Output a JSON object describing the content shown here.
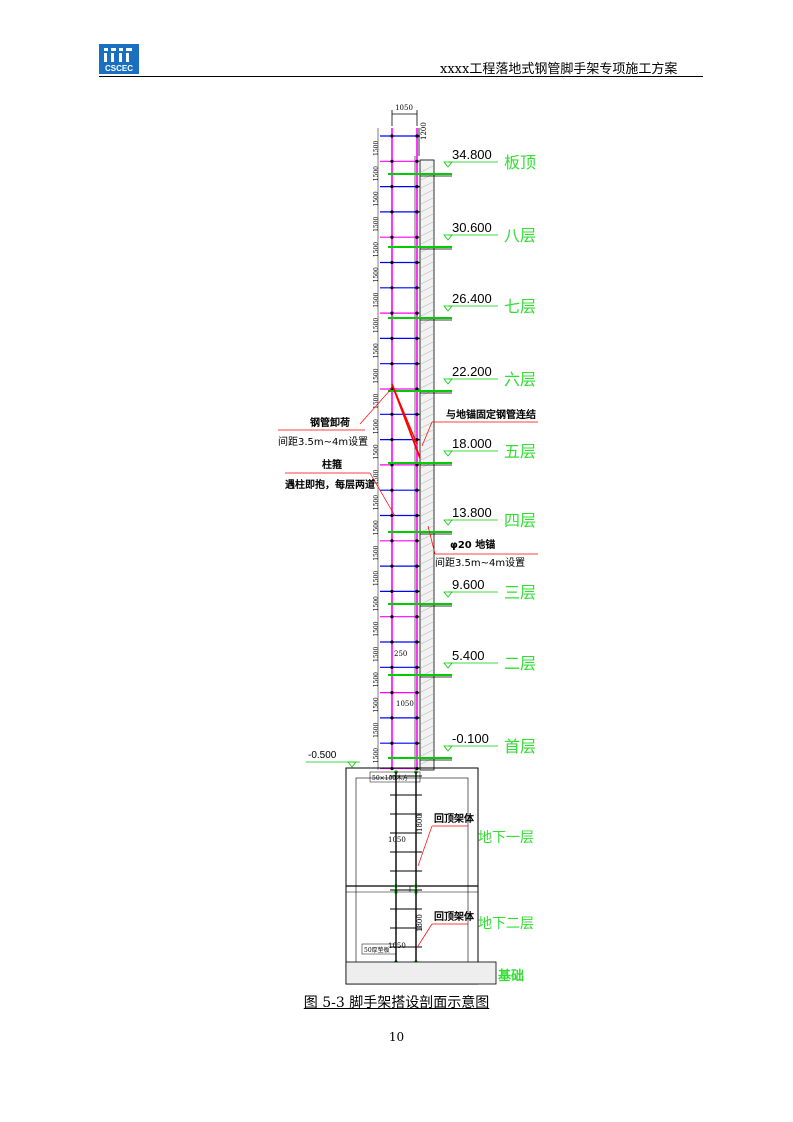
{
  "header": {
    "logo_text": "CSCEC",
    "title": "xxxx工程落地式钢管脚手架专项施工方案"
  },
  "drawing": {
    "top_dim": "1050",
    "top_dim_right": "1200",
    "spacing_label": "1500",
    "levels": [
      {
        "elev": "34.800",
        "floor": "板顶"
      },
      {
        "elev": "30.600",
        "floor": "八层"
      },
      {
        "elev": "26.400",
        "floor": "七层"
      },
      {
        "elev": "22.200",
        "floor": "六层"
      },
      {
        "elev": "18.000",
        "floor": "五层"
      },
      {
        "elev": "13.800",
        "floor": "四层"
      },
      {
        "elev": "9.600",
        "floor": "三层"
      },
      {
        "elev": "5.400",
        "floor": "二层"
      },
      {
        "elev": "-0.100",
        "floor": "首层"
      }
    ],
    "ground_elev": "-0.500",
    "dim_250": "250",
    "dim_1050": "1050",
    "dim_1800": "1800",
    "beam_spec": "50×100木方",
    "pad_spec": "50厚垫板",
    "annotations": {
      "unload_title": "钢管卸荷",
      "unload_spacing": "间距3.5m~4m设置",
      "column_tie_title": "柱箍",
      "column_tie_desc": "遇柱即抱，每层两道",
      "anchor_connect": "与地锚固定钢管连结",
      "anchor_title": "φ20 地锚",
      "anchor_spacing": "间距3.5m~4m设置",
      "backprop_1": "回顶架体",
      "backprop_2": "回顶架体"
    },
    "basement": [
      "地下一层",
      "地下二层"
    ],
    "foundation": "基础",
    "colors": {
      "standard": "#ff00ff",
      "ledger": "#0000ff",
      "tie": "#00cc00",
      "label": "#33dd33",
      "unload": "#ff0000"
    }
  },
  "caption": "图 5-3 脚手架搭设剖面示意图",
  "page_number": "10"
}
